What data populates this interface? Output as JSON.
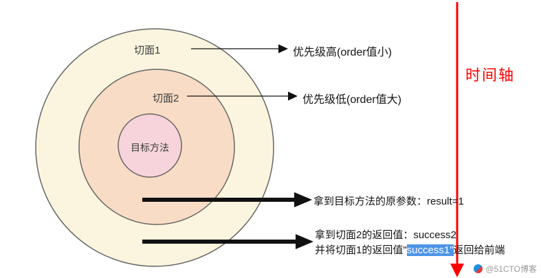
{
  "rings": {
    "outer_label": "切面1",
    "middle_label": "切面2",
    "inner_label": "目标方法"
  },
  "annotations": {
    "priority_high": "优先级高(order值小)",
    "priority_low": "优先级低(order值大)",
    "param_result": "拿到目标方法的原参数：result=1",
    "return_line1": "拿到切面2的返回值：success2",
    "return_line2_pre": "并将切面1的返回值\"",
    "return_line2_highlight": "success1\"",
    "return_line2_post": "返回给前端"
  },
  "timeline": {
    "label": "时间轴",
    "color": "#ff0000"
  },
  "watermark": {
    "text": "@51CTO博客"
  },
  "colors": {
    "outer_ring": "#fbf5df",
    "middle_ring": "#f8dcc5",
    "inner_ring": "#f7d4db",
    "ring_stroke": "#666666",
    "arrow_black": "#111111",
    "timeline_red": "#ff0000"
  }
}
